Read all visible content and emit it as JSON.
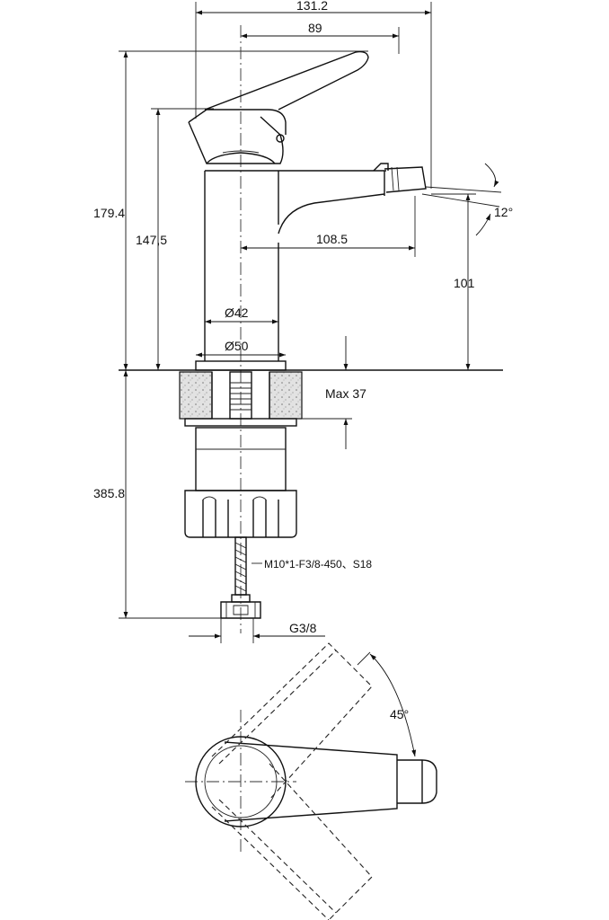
{
  "dimensions": {
    "overall_width": "131.2",
    "spout_to_axis": "89",
    "total_height": "179.4",
    "lever_height": "147,5",
    "spout_reach": "108.5",
    "spout_height": "101",
    "body_dia": "Ø42",
    "base_dia": "Ø50",
    "spout_angle": "12°",
    "deck_max": "Max 37",
    "below_deck": "385.8",
    "hose_spec": "M10*1-F3/8-450、S18",
    "connection": "G3/8",
    "lever_rotation": "45°"
  }
}
